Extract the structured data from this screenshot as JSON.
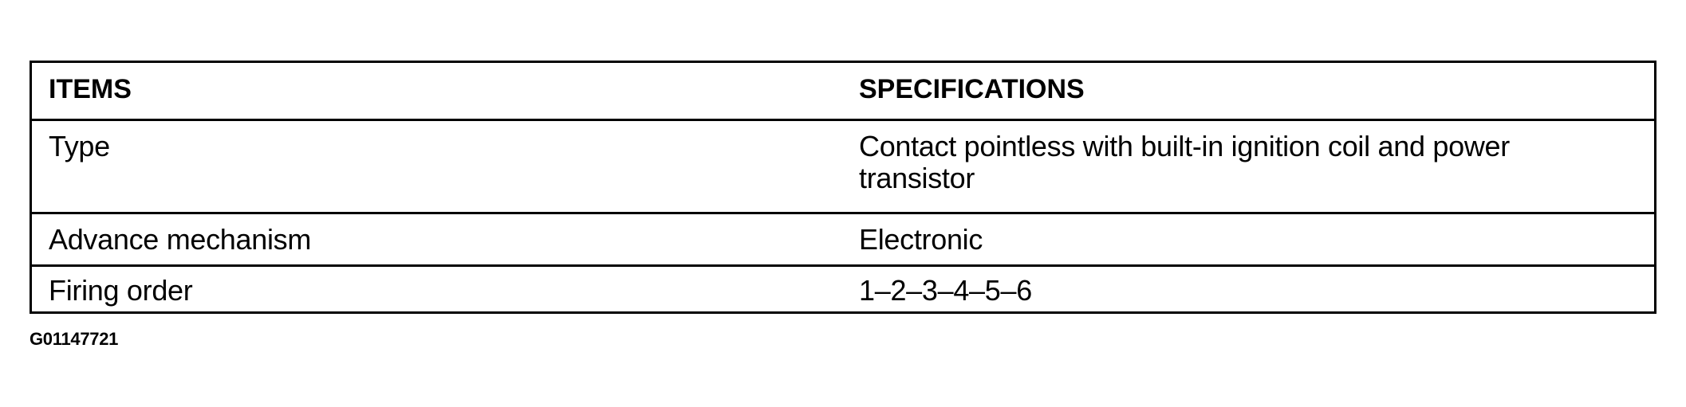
{
  "table": {
    "headers": {
      "items": "ITEMS",
      "specifications": "SPECIFICATIONS"
    },
    "rows": [
      {
        "item": "Type",
        "specification": "Contact pointless with built-in ignition coil and power transistor"
      },
      {
        "item": "Advance mechanism",
        "specification": "Electronic"
      },
      {
        "item": "Firing order",
        "specification": "1–2–3–4–5–6"
      }
    ]
  },
  "figure_id": "G01147721",
  "colors": {
    "text": "#000000",
    "border": "#000000",
    "background": "#ffffff"
  }
}
